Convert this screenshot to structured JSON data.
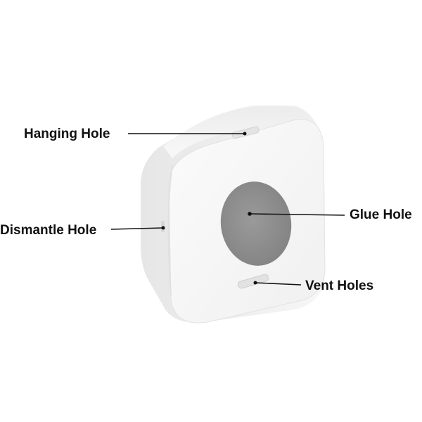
{
  "labels": {
    "hanging_hole": "Hanging Hole",
    "dismantle_hole": "Dismantle Hole",
    "glue_hole": "Glue Hole",
    "vent_holes": "Vent Holes"
  },
  "colors": {
    "background": "#ffffff",
    "body": "#f4f4f4",
    "glue_pad": "#8f8f8f",
    "text": "#111111"
  }
}
